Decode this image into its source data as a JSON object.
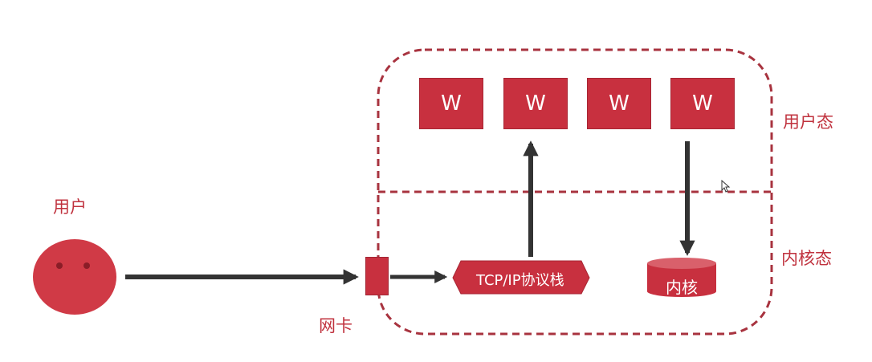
{
  "labels": {
    "user": "用户",
    "nic": "网卡",
    "user_mode": "用户态",
    "kernel_mode": "内核态",
    "tcpip_stack": "TCP/IP协议栈",
    "kernel": "内核"
  },
  "workers": [
    "W",
    "W",
    "W",
    "W"
  ],
  "colors": {
    "accent": "#c8303f",
    "label": "#c0323e",
    "arrow": "#333333",
    "dashed_border": "#a8333f"
  }
}
